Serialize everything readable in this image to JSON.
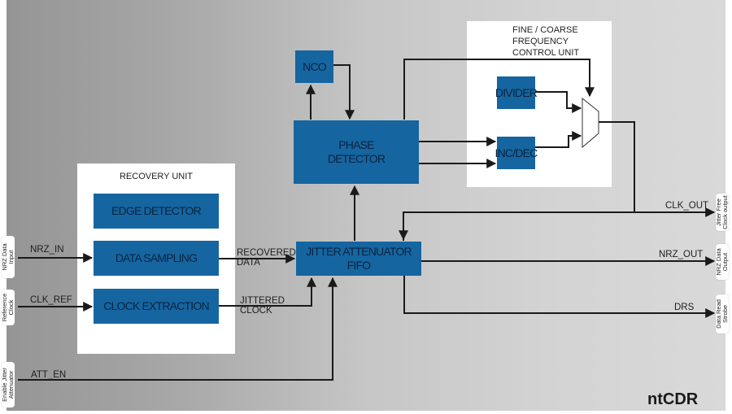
{
  "brand": "ntCDR",
  "colors": {
    "block": "#1565a0",
    "wire": "#1a1a1a",
    "panel": "#ffffff"
  },
  "panels": {
    "recovery_unit": {
      "title": "RECOVERY UNIT"
    },
    "frequency_control": {
      "title_lines": [
        "FINE / COARSE",
        "FREQUENCY",
        "CONTROL UNIT"
      ]
    }
  },
  "blocks": {
    "edge_detector": "EDGE DETECTOR",
    "data_sampling": "DATA SAMPLING",
    "clock_extraction": "CLOCK EXTRACTION",
    "nco": "NCO",
    "phase_detector_line1": "PHASE",
    "phase_detector_line2": "DETECTOR",
    "jitter_fifo": "JITTER ATTENUATOR FIFO",
    "divider": "DIVIDER",
    "inc_dec": "INC/DEC",
    "mux": "multiplexer"
  },
  "signals": {
    "nrz_in": "NRZ_IN",
    "clk_ref": "CLK_REF",
    "att_en": "ATT_EN",
    "recovered_data_1": "RECOVERED",
    "recovered_data_2": "DATA",
    "jittered_clock_1": "JITTERED",
    "jittered_clock_2": "CLOCK",
    "clk_out": "CLK_OUT",
    "nrz_out": "NRZ_OUT",
    "drs": "DRS"
  },
  "ports": {
    "inputs": [
      {
        "label": "NRZ Data\nInput"
      },
      {
        "label": "Reference\nClock"
      },
      {
        "label": "Enable Jitter\nAttenuator"
      }
    ],
    "outputs": [
      {
        "label": "Jitter Free\nClock output"
      },
      {
        "label": "NRZ Data\nOutput"
      },
      {
        "label": "Data Read\nStrobe"
      }
    ]
  }
}
